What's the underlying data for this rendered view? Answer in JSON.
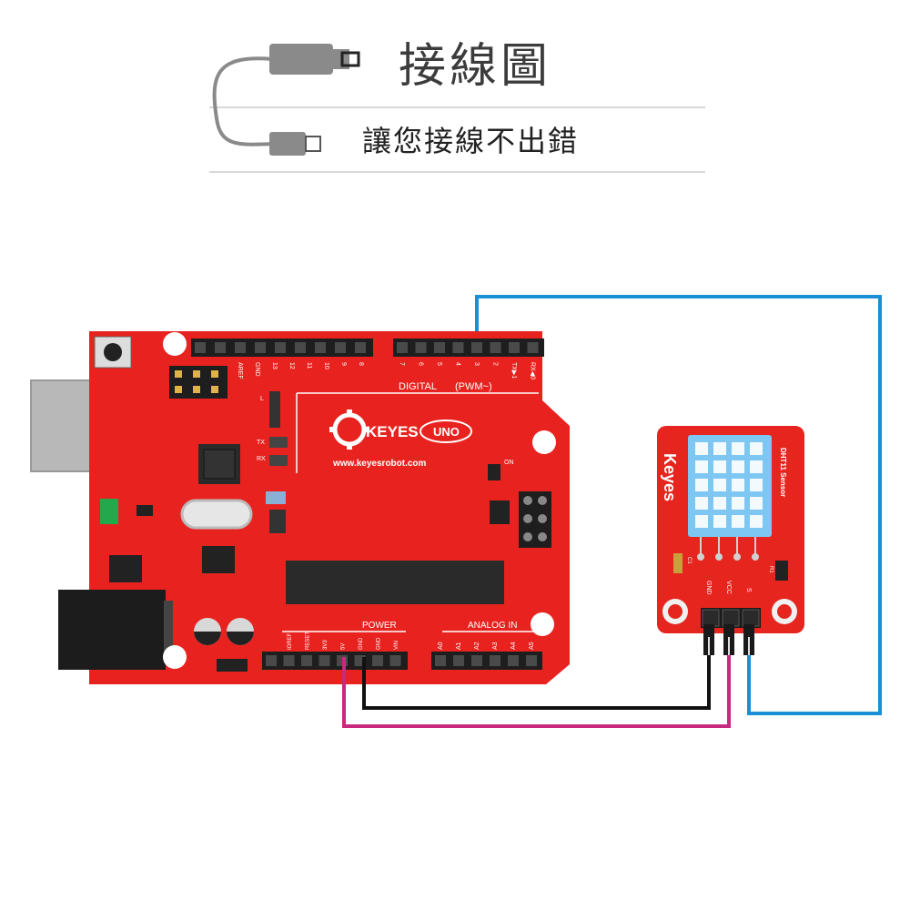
{
  "header": {
    "title": "接線圖",
    "subtitle": "讓您接線不出錯"
  },
  "board": {
    "brand": "KEYES",
    "model": "UNO",
    "url": "www.keyesrobot.com",
    "digital_label": "DIGITAL",
    "pwm_label": "(PWM~)",
    "power_label": "POWER",
    "analog_label": "ANALOG IN",
    "on_label": "ON",
    "l_label": "L",
    "tx_label": "TX",
    "rx_label": "RX",
    "top_left_pins": [
      "AREF",
      "GND",
      "13",
      "12",
      "11",
      "10",
      "9",
      "8"
    ],
    "top_right_pins": [
      "7",
      "6",
      "5",
      "4",
      "3",
      "2",
      "TX▶1",
      "RX◀0"
    ],
    "power_pins": [
      "IOREF",
      "RESET",
      "3V3",
      "5V",
      "GND",
      "GND",
      "VIN"
    ],
    "analog_pins": [
      "A0",
      "A1",
      "A2",
      "A3",
      "A4",
      "A5"
    ]
  },
  "sensor": {
    "brand": "Keyes",
    "name": "DHT11 Sensor",
    "pins": [
      "GND",
      "VCC",
      "S"
    ],
    "r1": "R1",
    "c1": "C1"
  },
  "wires": [
    {
      "name": "signal",
      "from": "D3",
      "to": "S",
      "color": "#1a8fd6"
    },
    {
      "name": "ground",
      "from": "GND",
      "to": "GND",
      "color": "#111111"
    },
    {
      "name": "power",
      "from": "5V",
      "to": "VCC",
      "color": "#c8287e"
    }
  ],
  "colors": {
    "board_red": "#e8231f",
    "sensor_red": "#e5251e",
    "header_black": "#1e1e1e",
    "sensor_blue": "#7ec7f2",
    "usb_gray": "#b8b8b8",
    "cable_gray": "#8a8a8a"
  }
}
